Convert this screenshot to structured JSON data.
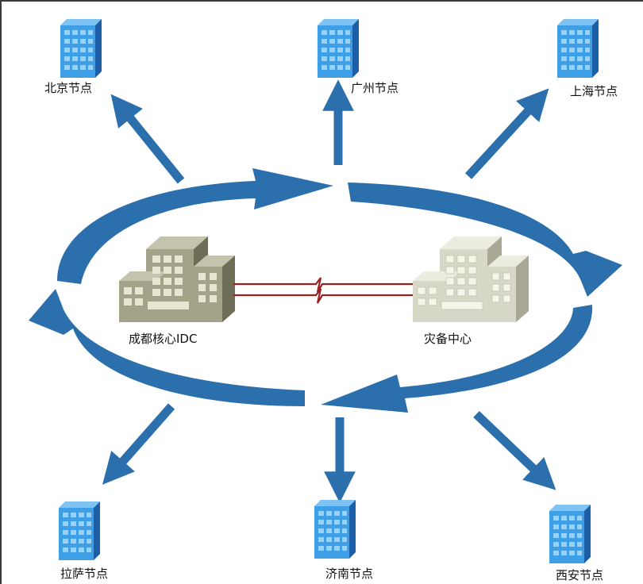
{
  "nodes": {
    "beijing": "北京节点",
    "guangzhou": "广州节点",
    "shanghai": "上海节点",
    "lhasa": "拉萨节点",
    "jinan": "济南节点",
    "xian": "西安节点"
  },
  "centers": {
    "core": "成都核心IDC",
    "backup": "灾备中心"
  },
  "colors": {
    "arrow": "#2b6fad",
    "server_face": "#3f9fe6",
    "server_side": "#1c5fa6",
    "core_building": "#9a9a82",
    "backup_building": "#d7d8c8",
    "link": "#9b2020"
  }
}
